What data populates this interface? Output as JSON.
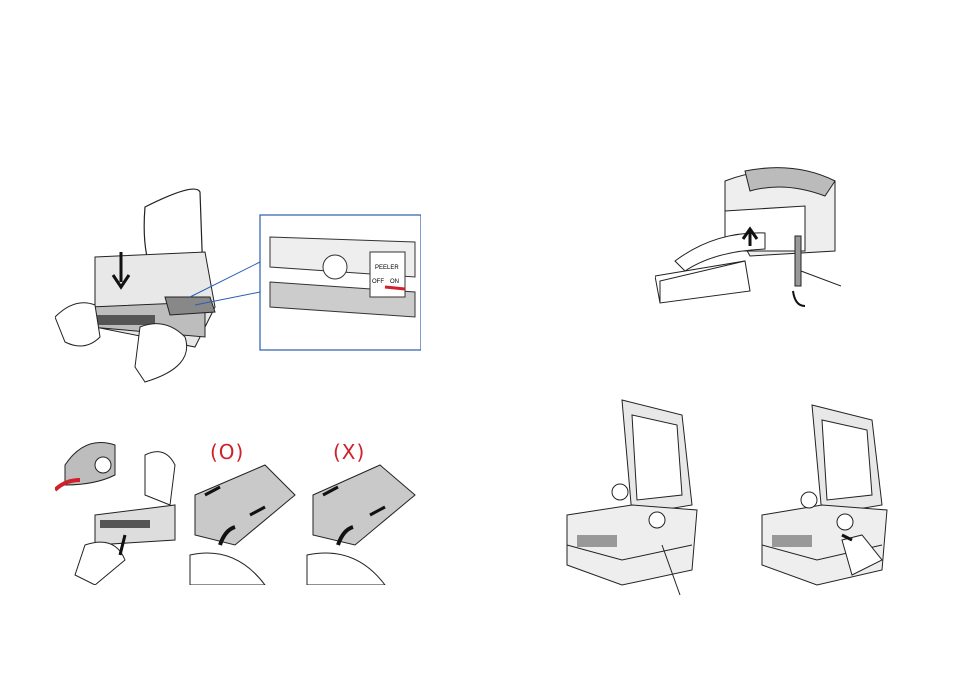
{
  "illustrations": {
    "peeler_switch": {
      "switch_title": "PEELER",
      "switch_off": "OFF",
      "switch_on": "ON"
    },
    "loading_steps": {
      "correct_mark": "(O)",
      "incorrect_mark": "(X)"
    },
    "mark_color_hex": "#d0202a",
    "accent_color_hex": "#2a5db0"
  }
}
